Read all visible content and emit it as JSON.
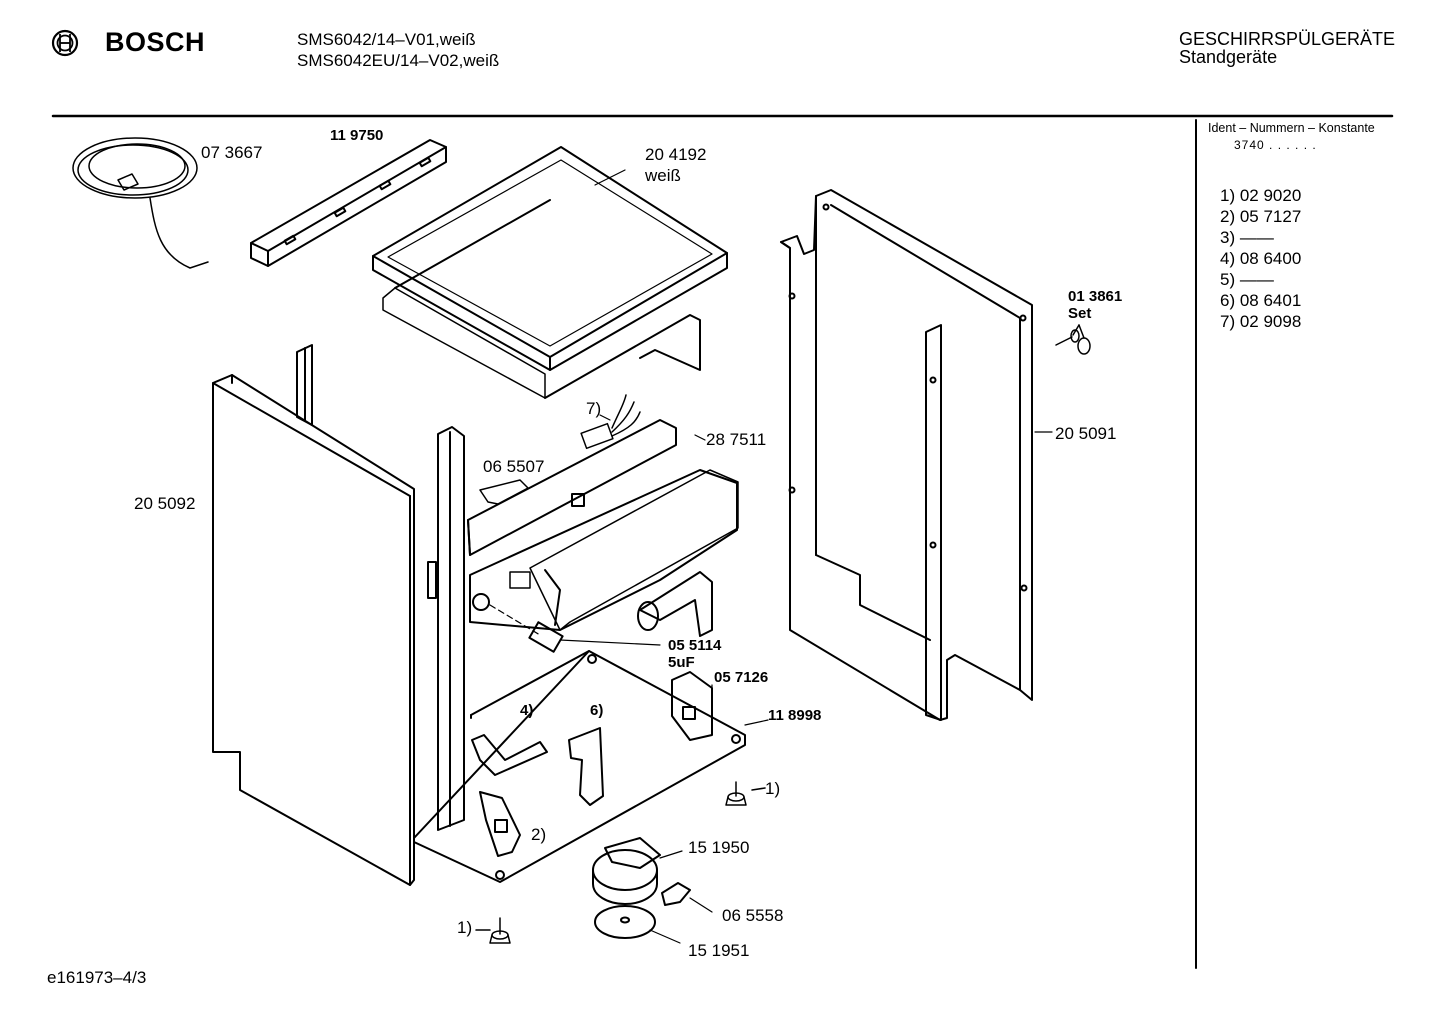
{
  "header": {
    "brand": "BOSCH",
    "models": [
      "SMS6042/14–V01,weiß",
      "SMS6042EU/14–V02,weiß"
    ],
    "category": "GESCHIRRSPÜLGERÄTE",
    "subcategory": "Standgeräte"
  },
  "sidebar": {
    "title": "Ident – Nummern – Konstante",
    "constant": "3740 . . . . . .",
    "notes": [
      "1) 02 9020",
      "2) 05 7127",
      "3) ——",
      "4) 08 6400",
      "5) ——",
      "6) 08 6401",
      "7) 02 9098"
    ]
  },
  "parts": {
    "cord": "07 3667",
    "rail": "11 9750",
    "top_cover": "20 4192",
    "top_cover_color": "weiß",
    "left_panel": "20 5092",
    "right_panel": "20 5091",
    "screw_set": "01 3861",
    "screw_set_sub": "Set",
    "ref7": "7)",
    "crossbar": "28 7511",
    "switch": "06 5507",
    "capacitor": "05 5114",
    "capacitor_sub": "5uF",
    "bracket": "05 7126",
    "base": "11 8998",
    "ref4": "4)",
    "ref6": "6)",
    "ref1a": "1)",
    "ref2": "2)",
    "pump": "15 1950",
    "connector": "06 5558",
    "ref1b": "1)",
    "disc": "15 1951"
  },
  "footer": {
    "code": "e161973–4/3"
  }
}
